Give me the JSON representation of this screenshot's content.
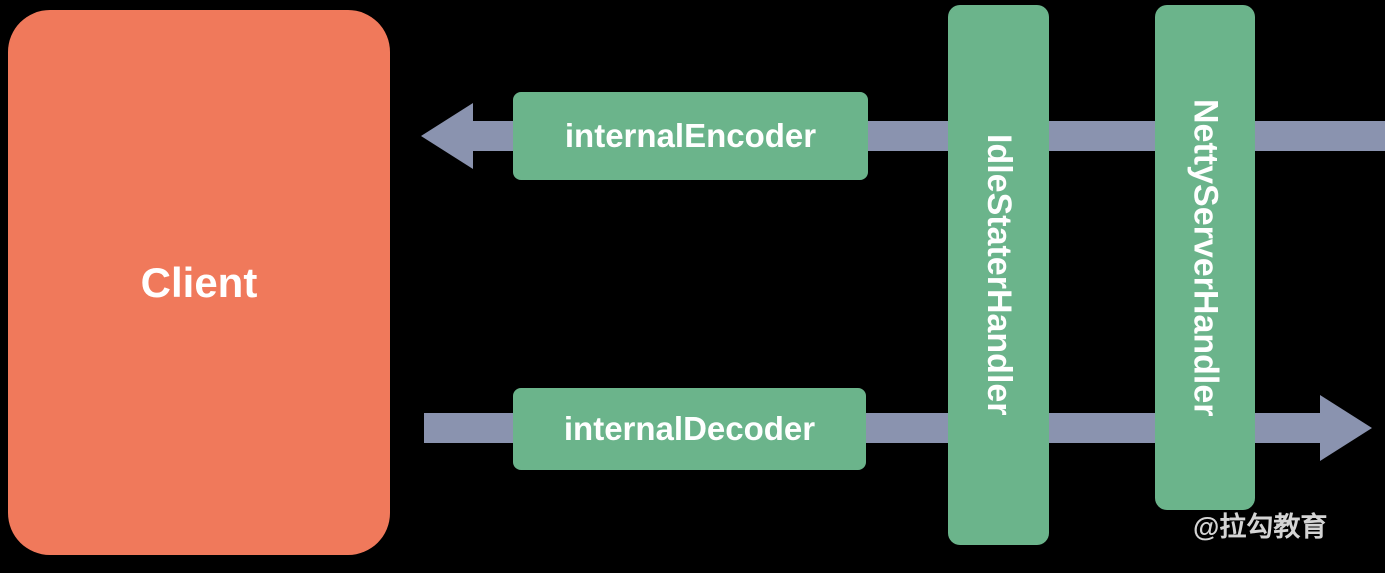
{
  "diagram": {
    "client_label": "Client",
    "encoder_label": "internalEncoder",
    "decoder_label": "internalDecoder",
    "handler1_label": "IdleStaterHandler",
    "handler2_label": "NettyServerHandler",
    "watermark": "@拉勾教育",
    "arrows": [
      {
        "name": "encoder-arrow",
        "direction": "left",
        "label": "internalEncoder"
      },
      {
        "name": "decoder-arrow",
        "direction": "right",
        "label": "internalDecoder"
      }
    ],
    "colors": {
      "background": "#000000",
      "client_fill": "#F0795B",
      "green_fill": "#6BB48B",
      "arrow_fill": "#8A93AF",
      "text": "#FFFFFF"
    }
  }
}
